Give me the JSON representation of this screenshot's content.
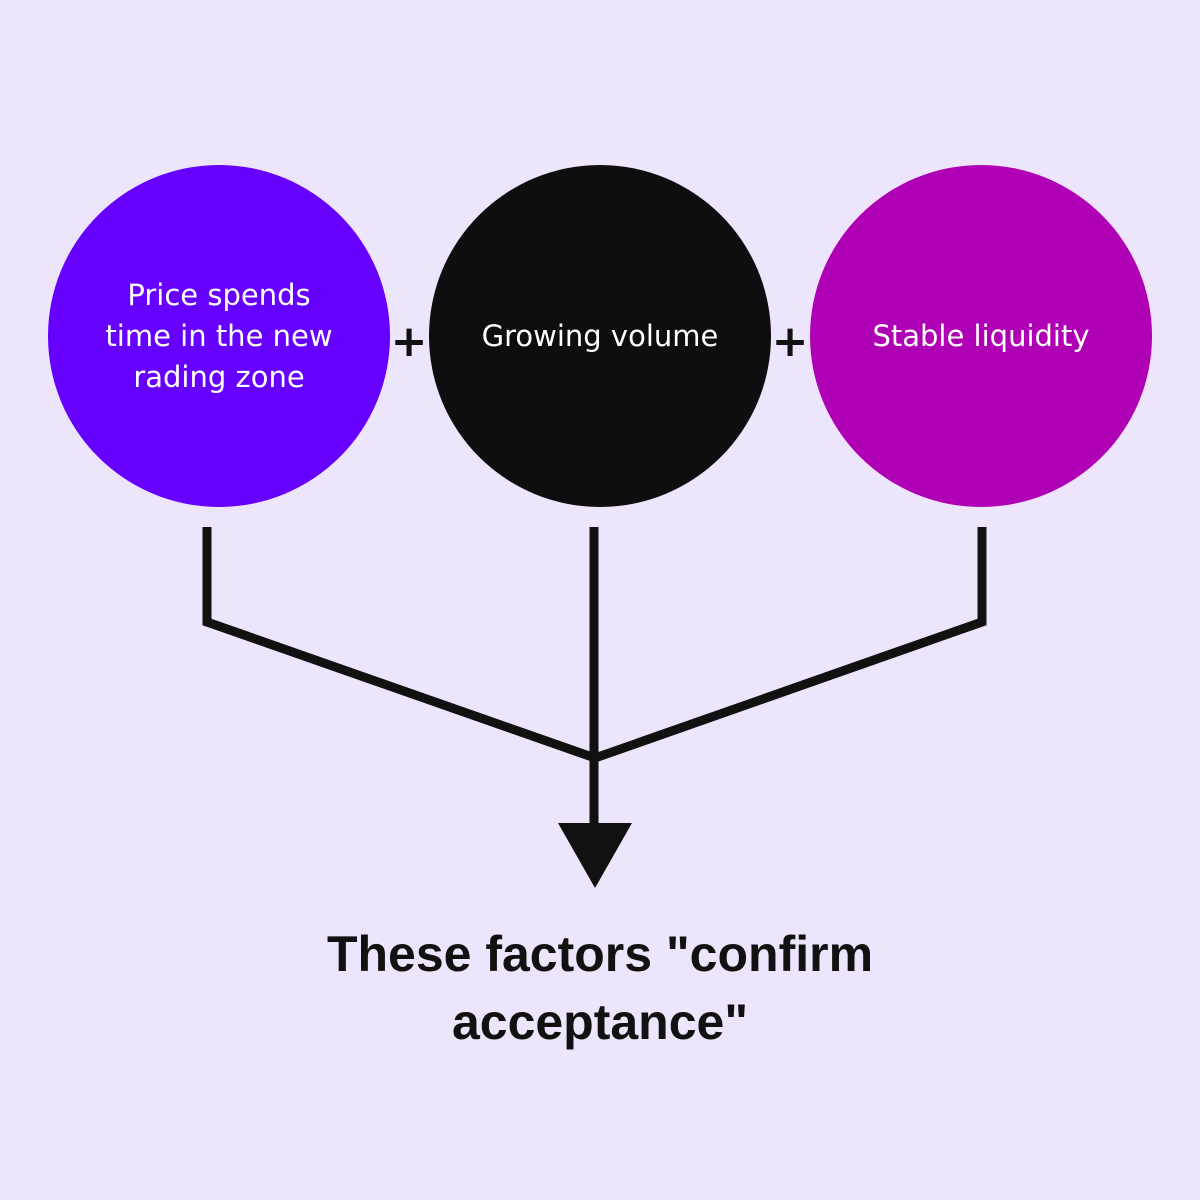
{
  "factors": [
    {
      "label": "Price spends time in the new rading zone",
      "color": "#6600ff"
    },
    {
      "label": "Growing volume",
      "color": "#0e0e10"
    },
    {
      "label": "Stable liquidity",
      "color": "#b000b5"
    }
  ],
  "operators": [
    "+",
    "+"
  ],
  "conclusion": "These factors \"confirm acceptance\""
}
